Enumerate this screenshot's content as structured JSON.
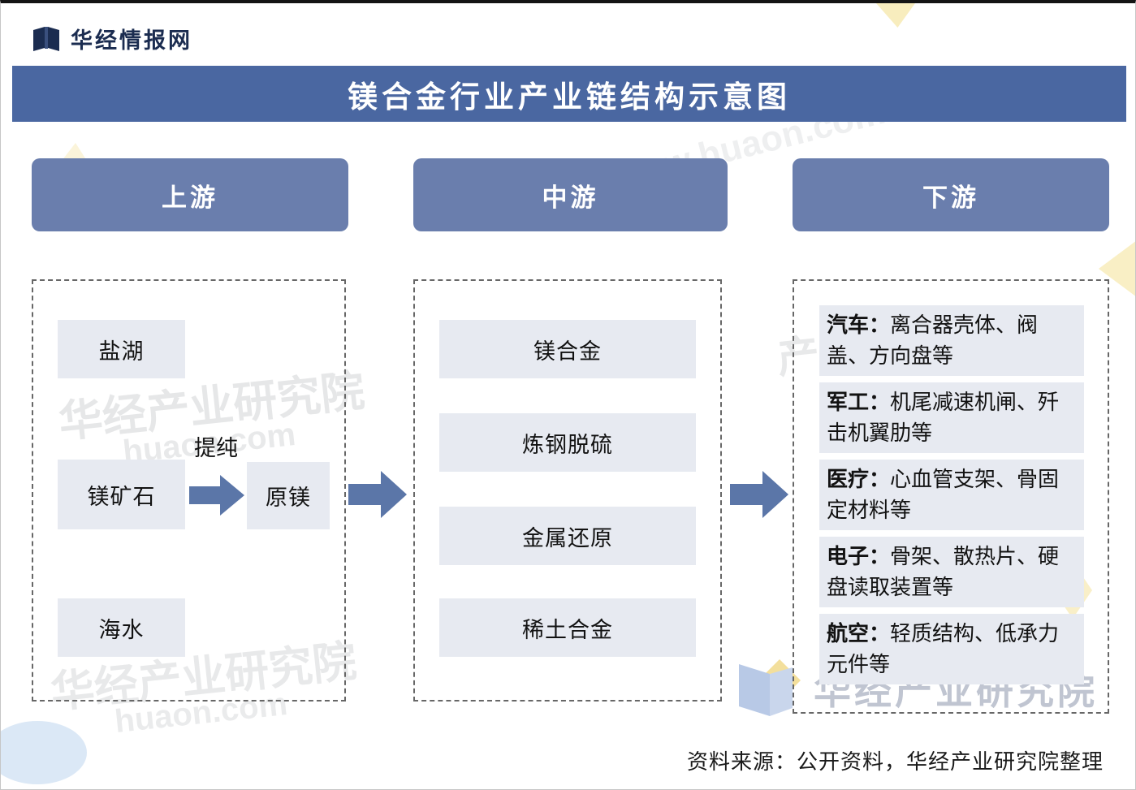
{
  "brand": {
    "logo_text": "华经情报网",
    "logo_icon": "book-icon"
  },
  "title": "镁合金行业产业链结构示意图",
  "columns": [
    {
      "header": "上游"
    },
    {
      "header": "中游"
    },
    {
      "header": "下游"
    }
  ],
  "upstream": {
    "sources": [
      "盐湖",
      "镁矿石",
      "海水"
    ],
    "process_label": "提纯",
    "product": "原镁"
  },
  "midstream": {
    "items": [
      "镁合金",
      "炼钢脱硫",
      "金属还原",
      "稀土合金"
    ]
  },
  "downstream": {
    "items": [
      {
        "label": "汽车：",
        "desc": "离合器壳体、阀盖、方向盘等"
      },
      {
        "label": "军工：",
        "desc": "机尾减速机闸、歼击机翼肋等"
      },
      {
        "label": "医疗：",
        "desc": "心血管支架、骨固定材料等"
      },
      {
        "label": "电子：",
        "desc": "骨架、散热片、硬盘读取装置等"
      },
      {
        "label": "航空：",
        "desc": "轻质结构、低承力元件等"
      }
    ]
  },
  "footer": {
    "source": "资料来源：公开资料，华经产业研究院整理"
  },
  "watermarks": {
    "institute": "华经产业研究院",
    "institute_partial": "产业研究院",
    "url_full": "www.huaon.com",
    "url_short": "huaon.com"
  },
  "colors": {
    "banner": "#4a67a1",
    "column-header": "#6a7ead",
    "box": "#e7eaf1",
    "arrow": "#5b76a8",
    "logo": "#1b2c50"
  }
}
